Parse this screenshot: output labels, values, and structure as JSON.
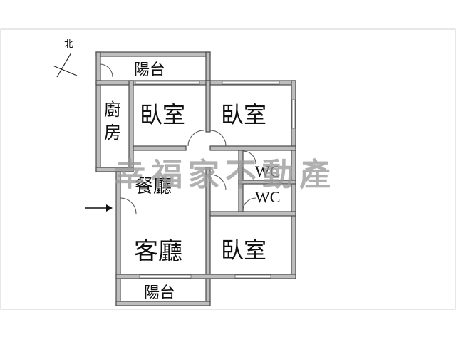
{
  "rooms": {
    "balcony_top": "陽台",
    "kitchen": "廚房",
    "bedroom_1": "臥室",
    "bedroom_2": "臥室",
    "dining": "餐廳",
    "wc_1": "WC",
    "wc_2": "WC",
    "living": "客廳",
    "bedroom_3": "臥室",
    "balcony_bottom": "陽台"
  },
  "compass": {
    "north": "北"
  },
  "watermark": "幸福家不動產",
  "colors": {
    "wall": "#bdbdbd",
    "wall_outline": "#4a4a4a",
    "watermark": "#9a9a9a",
    "border": "#cccccc"
  }
}
